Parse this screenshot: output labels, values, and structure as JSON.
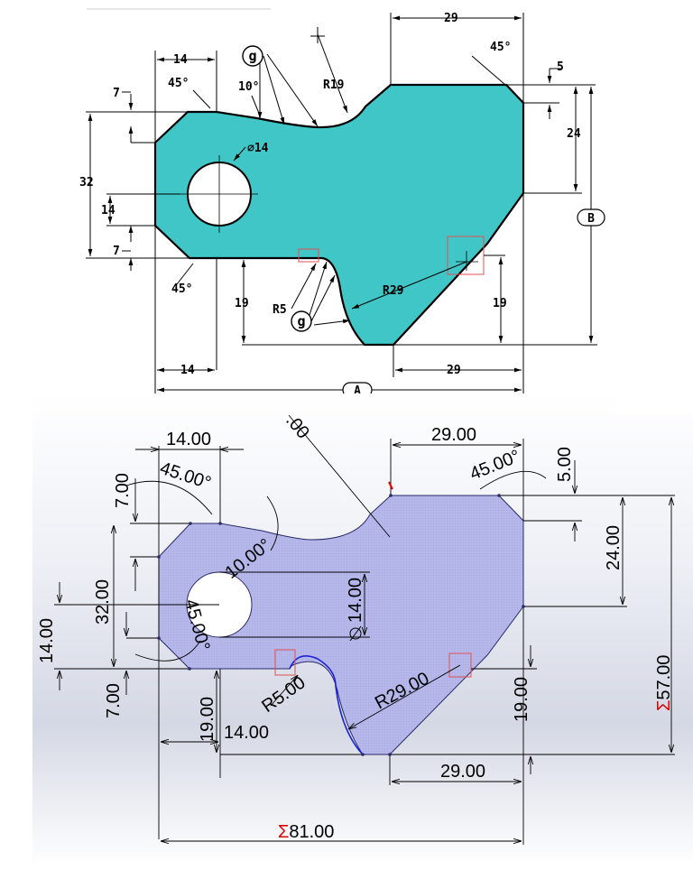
{
  "colors": {
    "part_fill_top": "#41c6c8",
    "part_fill_bottom": "#b7b9ea",
    "part_stroke": "#000000",
    "sketch_blue": "#1a22d6",
    "sum_red": "#e00000",
    "highlight_box": "#e05050",
    "dim_line": "#000000"
  },
  "top_drawing": {
    "dims": {
      "w14_top": "14",
      "a45_top_left": "45°",
      "a10": "10°",
      "r19": "R19",
      "w29_top": "29",
      "a45_top_right": "45°",
      "d5": "5",
      "h7_top": "7",
      "h32": "32",
      "h14": "14",
      "h7_bottom": "7",
      "dia14": "∅14",
      "h24": "24",
      "ref_b": "B",
      "a45_bottom_left": "45°",
      "h19_left": "19",
      "r5": "R5",
      "r29": "R29",
      "h19_right": "19",
      "w14_bottom": "14",
      "w29_bottom": "29",
      "ref_a": "A"
    },
    "callout_symbol": "g"
  },
  "bottom_drawing": {
    "dims": {
      "frag00": ".00",
      "w14": "14.00",
      "a45_tl": "45.00°",
      "h7_top": "7.00",
      "w29_top": "29.00",
      "a45_tr": "45.00°",
      "d5": "5.00",
      "a10": "10.00°",
      "h24": "24.00",
      "h32": "32.00",
      "a45_left": "45.00°",
      "dia14": "14.00",
      "h14_left": "14.00",
      "h57": "57.00",
      "sum_symbol": "Σ",
      "h7_bottom": "7.00",
      "r5": "R5.00",
      "r29": "R29.00",
      "h19_left": "19.00",
      "w14_bottom": "14.00",
      "h19_right": "19.00",
      "w29_bottom": "29.00",
      "w81": "81.00"
    }
  }
}
